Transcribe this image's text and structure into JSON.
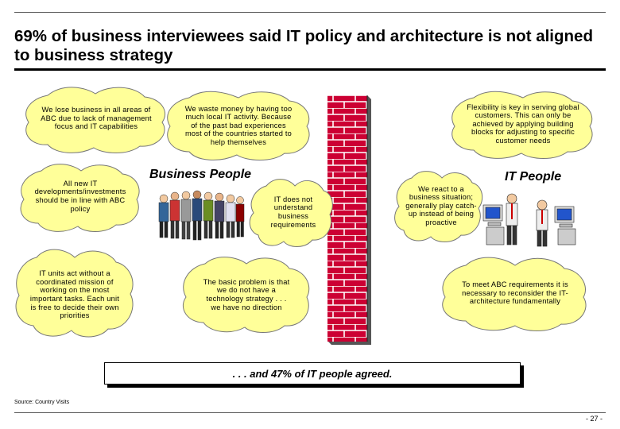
{
  "slide": {
    "title": "69% of business interviewees said IT policy and architecture is not aligned to business strategy",
    "business_heading": "Business People",
    "it_heading": "IT People",
    "quotes": {
      "lose_business": "We lose business in all areas of ABC due to lack of management focus and IT capabilities",
      "waste_money": "We waste money by having too much local IT activity. Because of the past bad experiences most of the countries started to help themselves",
      "flexibility": "Flexibility is key in serving global customers. This can only be achieved by applying building blocks for adjusting to specific customer needs",
      "all_new_it": "All new IT developments/investments should be in line with ABC policy",
      "it_no_understand": "IT does not understand business requirements",
      "react": "We react to a business situation; generally play catch-up instead of being proactive",
      "it_units": "IT units act without a coordinated mission of working on the most important tasks. Each unit is free to decide their own priorities",
      "basic_problem": "The basic problem is that we do not have a technology strategy . . . we have no direction",
      "abc_requirements": "To meet ABC requirements it is necessary to reconsider the IT-architecture fundamentally"
    },
    "conclusion": ". . . and 47% of IT people agreed.",
    "source": "Source: Country Visits",
    "page_number": "- 27 -"
  },
  "colors": {
    "cloud_fill": "#ffff99",
    "brick": "#cc0033",
    "mortar": "#ffffff",
    "text": "#000000"
  },
  "icons": [
    "business-people-group-icon",
    "it-person-computer-icon"
  ]
}
